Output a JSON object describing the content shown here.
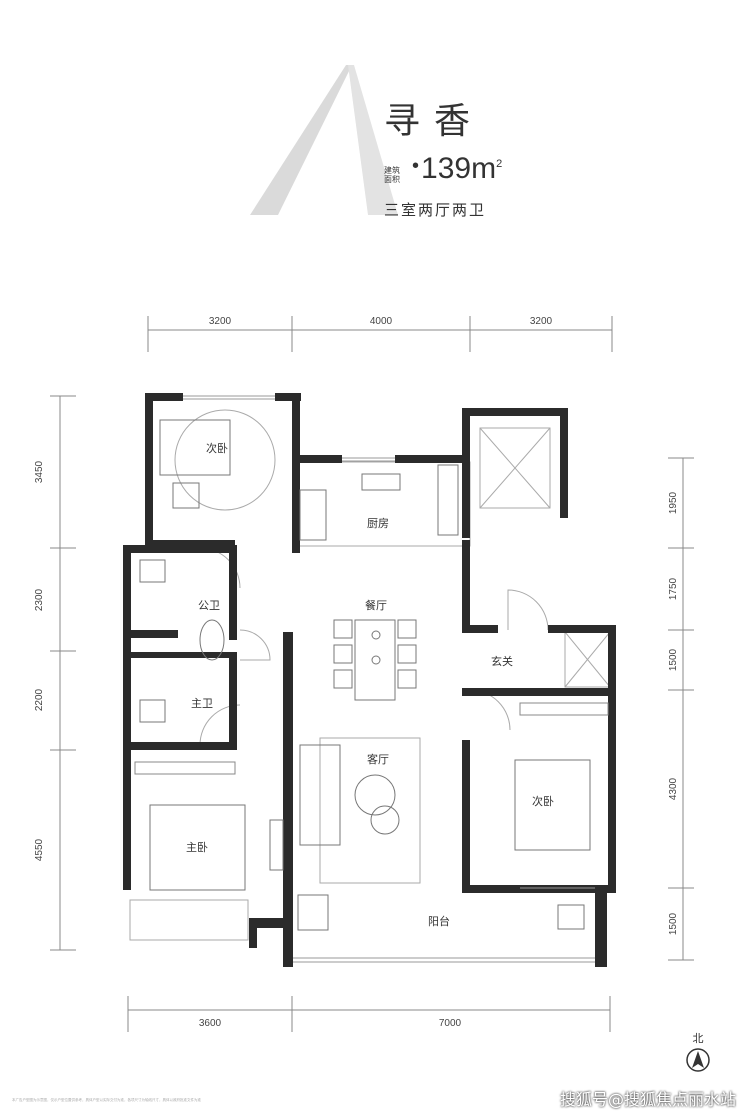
{
  "header": {
    "letter": "A",
    "title": "寻香",
    "area_prefix": "建筑面积",
    "area_value": "139",
    "area_unit": "m",
    "area_unit_sup": "2",
    "layout_type": "三室两厅两卫"
  },
  "dimensions": {
    "top": [
      "3200",
      "4000",
      "3200"
    ],
    "bottom": [
      "3600",
      "7000"
    ],
    "left": [
      "3450",
      "2300",
      "2200",
      "4550"
    ],
    "right": [
      "1950",
      "1750",
      "1500",
      "4300",
      "1500"
    ]
  },
  "rooms": {
    "bedroom_top": "次卧",
    "kitchen": "厨房",
    "dining": "餐厅",
    "public_bath": "公卫",
    "master_bath": "主卫",
    "foyer": "玄关",
    "living": "客厅",
    "bedroom_right": "次卧",
    "master_bedroom": "主卧",
    "balcony": "阳台"
  },
  "compass": {
    "label": "北"
  },
  "footer": {
    "disclaimer": "本广告户型图为示意图，仅示户型位置供参考，具体户型以实际交付为准，各项尺寸为轴线尺寸，具体以政府批准文件为准",
    "watermark": "搜狐号@搜狐焦点丽水站"
  },
  "colors": {
    "wall": "#2b2b2b",
    "line": "#999999",
    "letter": "#d9d9d9"
  }
}
